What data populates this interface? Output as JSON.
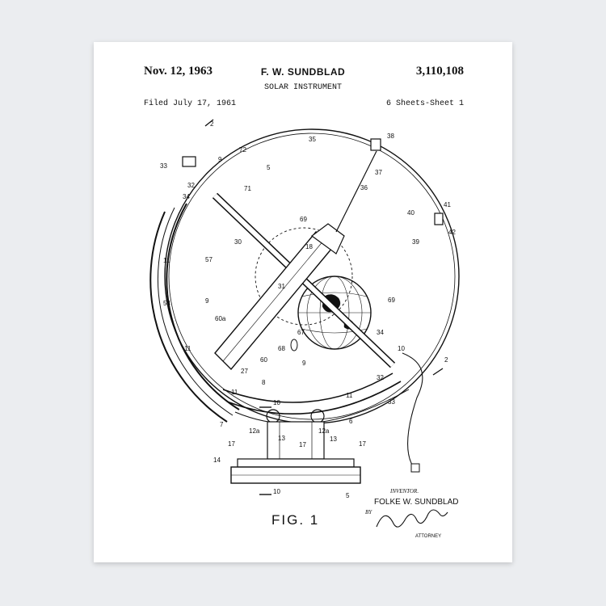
{
  "header": {
    "date": "Nov. 12, 1963",
    "inventor_header": "F. W. SUNDBLAD",
    "patent_number": "3,110,108",
    "title": "SOLAR INSTRUMENT",
    "filed": "Filed July 17, 1961",
    "sheets": "6 Sheets-Sheet 1"
  },
  "figure": {
    "label": "FIG. 1",
    "reference_numerals": [
      "2",
      "35",
      "38",
      "33",
      "9",
      "72",
      "5",
      "32",
      "34",
      "71",
      "37",
      "36",
      "69",
      "41",
      "40",
      "42",
      "39",
      "30",
      "18",
      "11",
      "57",
      "31",
      "69",
      "54",
      "9",
      "60a",
      "67",
      "34",
      "10",
      "68",
      "11",
      "60",
      "9",
      "27",
      "8",
      "32",
      "2",
      "11",
      "10",
      "11",
      "33",
      "7",
      "6",
      "12a",
      "12a",
      "13",
      "13",
      "17",
      "17",
      "17",
      "14",
      "10",
      "5"
    ]
  },
  "signature_block": {
    "inventor_caption": "INVENTOR.",
    "inventor_name": "FOLKE W. SUNDBLAD",
    "by": "BY",
    "attorney": "ATTORNEY"
  }
}
